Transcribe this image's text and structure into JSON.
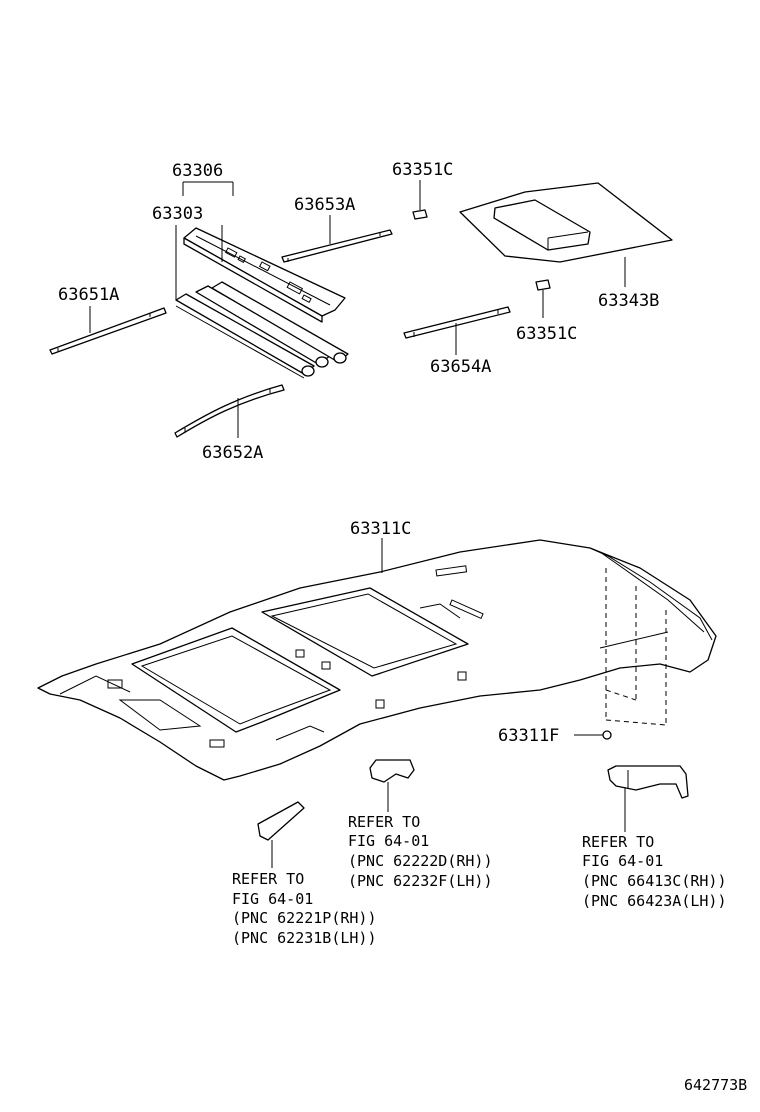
{
  "parts": {
    "p63306": "63306",
    "p63303": "63303",
    "p63653A": "63653A",
    "p63351C_top": "63351C",
    "p63651A": "63651A",
    "p63343B": "63343B",
    "p63351C_mid": "63351C",
    "p63654A": "63654A",
    "p63652A": "63652A",
    "p63311C": "63311C",
    "p63311F": "63311F"
  },
  "refs": {
    "a": {
      "line1": "REFER TO",
      "line2": "FIG 64-01",
      "line3": "(PNC 62222D(RH))",
      "line4": "(PNC 62232F(LH))"
    },
    "b": {
      "line1": "REFER TO",
      "line2": "FIG 64-01",
      "line3": "(PNC 66413C(RH))",
      "line4": "(PNC 66423A(LH))"
    },
    "c": {
      "line1": "REFER TO",
      "line2": "FIG 64-01",
      "line3": "(PNC 62221P(RH))",
      "line4": "(PNC 62231B(LH))"
    }
  },
  "figure_code": "642773B"
}
